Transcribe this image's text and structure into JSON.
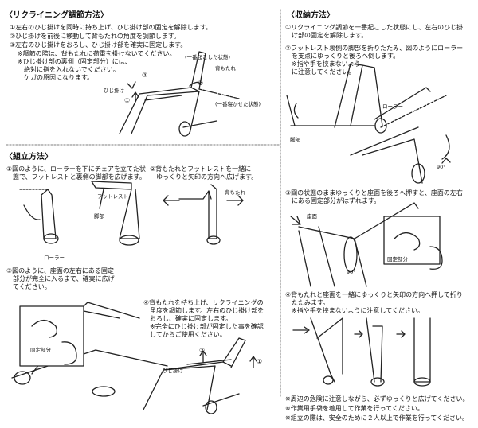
{
  "recline": {
    "heading": "〈リクライニング調節方法〉",
    "steps": [
      "①左右のひじ掛けを同時に持ち上げ、ひじ掛け部の固定を解除します。",
      "②ひじ掛けを前後に移動して背もたれの角度を調節します。",
      "③左右のひじ掛けをおろし、ひじ掛け部を確実に固定します。"
    ],
    "note": "※調節の際は、背もたれに荷重を掛けないでください。\n※ひじ掛け部の裏側（固定部分）には、\n　絶対に指を入れないでください。\n　ケガの原因になります。",
    "labels": {
      "upright": "(一番起こした状態)",
      "backrest": "背もたれ",
      "armrest": "ひじ掛け",
      "reclined": "(一番寝かせた状態)",
      "n1": "①",
      "n2": "②",
      "n3": "③"
    }
  },
  "storage": {
    "heading": "〈収納方法〉",
    "step1": "①リクライニング調節を一番起こした状態にし、左右のひじ掛\n　け部の固定を解除します。",
    "step2": "②フットレスト裏側の脚部を折りたたみ、図のようにローラー\n　を支点にゆっくりと後ろへ倒します。\n　※指や手を挟まないよう\n　に注意してください。",
    "step3": "③図の状態のままゆっくりと座面を後ろへ押すと、座面の左右\n　にある固定部分がはずれます。",
    "step4": "④背もたれと座面を一緒にゆっくりと矢印の方向へ押して折り\n　たたみます。\n　※指や手を挟まないように注意してください。",
    "labels": {
      "roller": "ローラー",
      "legs": "脚部",
      "angle1": "90°",
      "seat": "座面",
      "angle2": "90°",
      "lock_part": "固定部分"
    }
  },
  "assembly": {
    "heading": "〈組立方法〉",
    "step1": "①図のように、ローラーを下にチェアを立てた状\n　態で、フットレストと裏側の脚部を広げます。",
    "step2": "②背もたれとフットレストを一緒に\n　ゆっくりと矢印の方向へ広げます。",
    "step3": "③図のように、座面の左右にある固定\n　部分が完全に入るまで、確実に広げ\n　てください。",
    "step4": "④背もたれを持ち上げ、リクライニングの\n　角度を調節します。左右のひじ掛け部を\n　おろし、確実に固定します。\n　※完全にひじ掛け部が固定した事を確認\n　してからご使用ください。",
    "labels": {
      "footrest": "フットレスト",
      "legs": "脚部",
      "roller": "ローラー",
      "backrest": "背もたれ",
      "lock_part": "固定部分",
      "armrest": "ひじ掛け",
      "n1": "①",
      "n2": "②"
    }
  },
  "notes": [
    "※周辺の危険に注意しながら、必ずゆっくりと広げてください。",
    "※作業用手袋を着用して作業を行ってください。",
    "※組立の際は、安全のために２人以上で作業を行ってください。"
  ]
}
